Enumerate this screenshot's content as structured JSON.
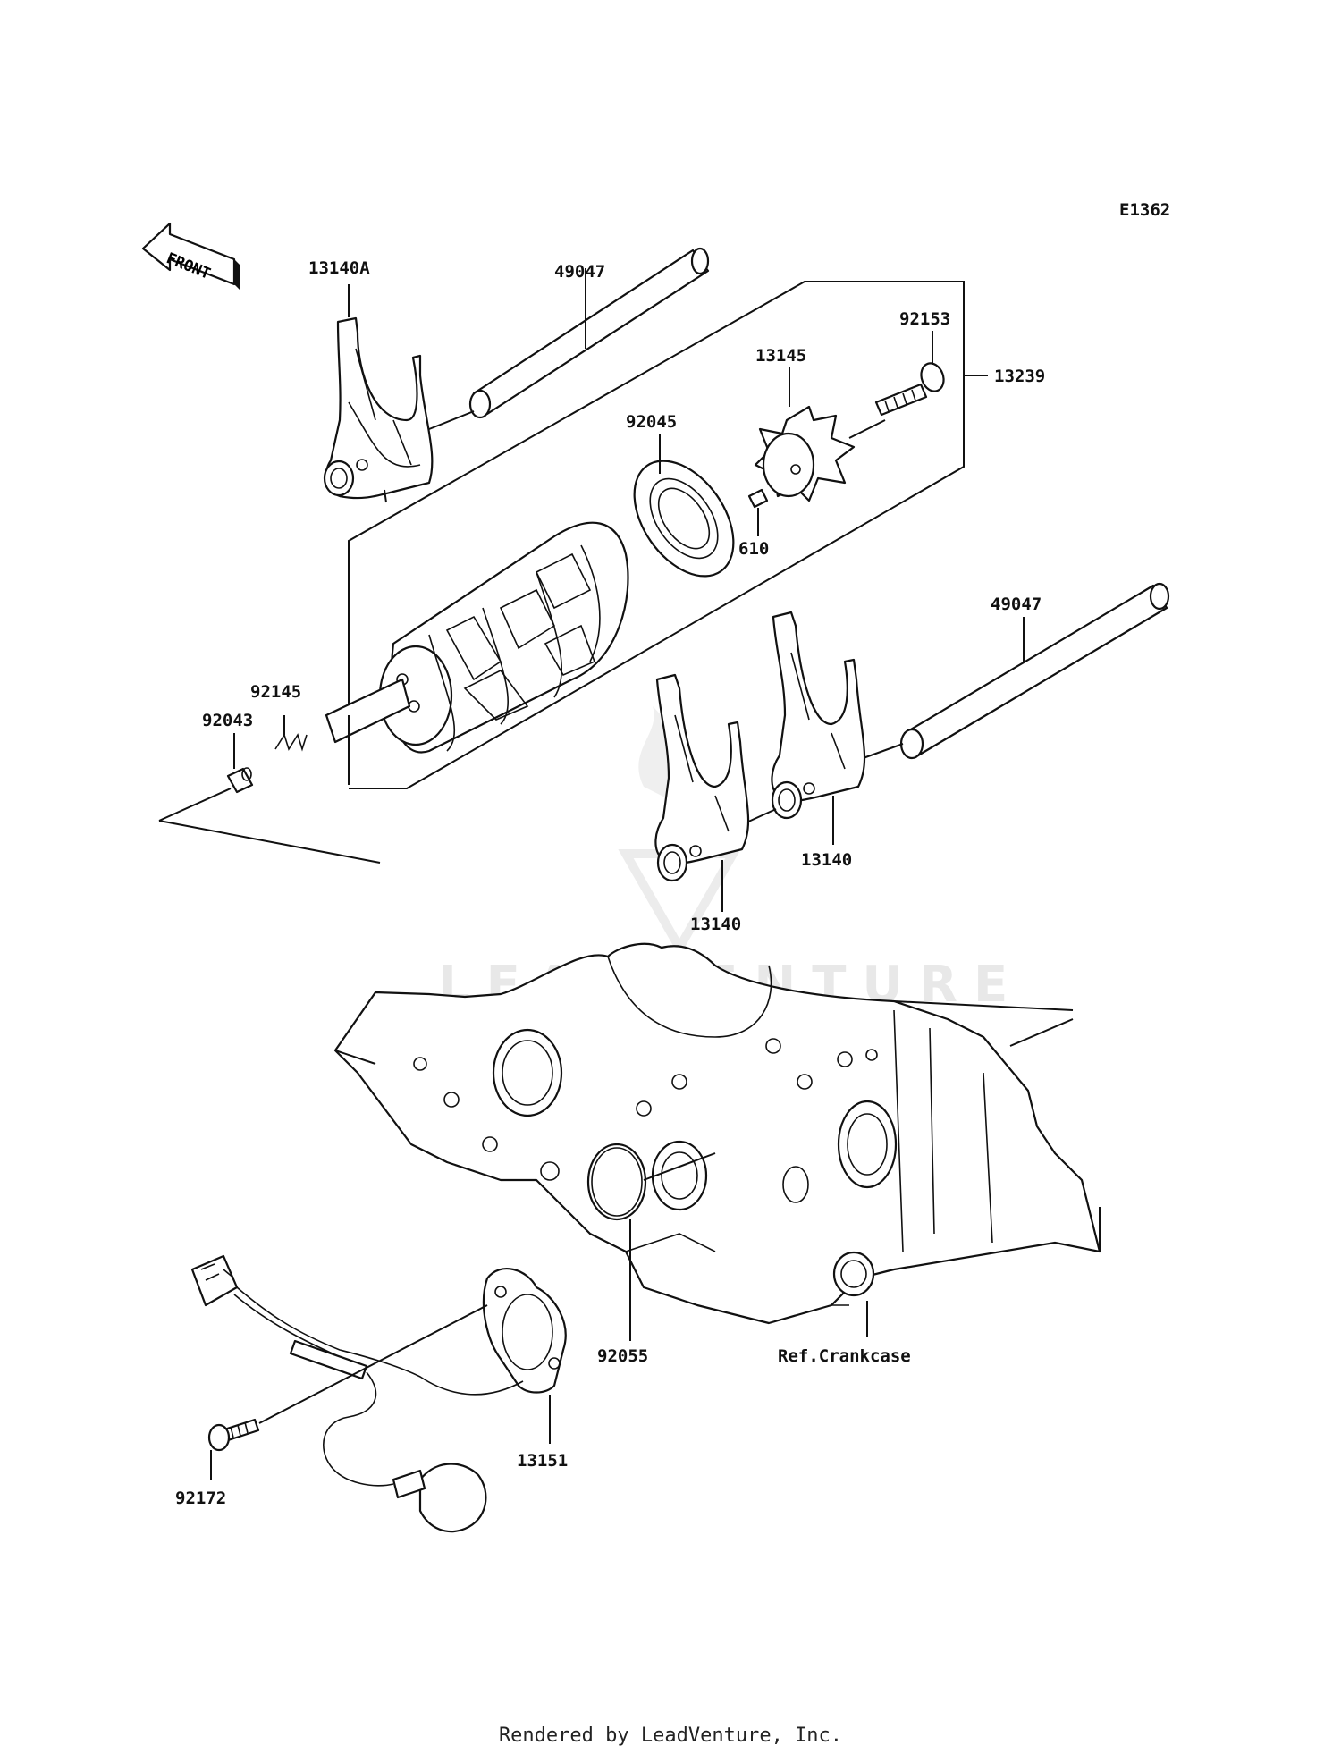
{
  "diagram_id": "E1362",
  "front_label": "FRONT",
  "watermark": "LEADVENTURE",
  "footer": "Rendered by LeadVenture, Inc.",
  "callouts": {
    "c13140A": "13140A",
    "c49047_top": "49047",
    "c92153": "92153",
    "c13145": "13145",
    "c13239": "13239",
    "c92045": "92045",
    "c610": "610",
    "c49047_right": "49047",
    "c92145": "92145",
    "c92043": "92043",
    "c13140_right": "13140",
    "c13140_left": "13140",
    "c92055": "92055",
    "c_crankcase": "Ref.Crankcase",
    "c13151": "13151",
    "c92172": "92172"
  }
}
